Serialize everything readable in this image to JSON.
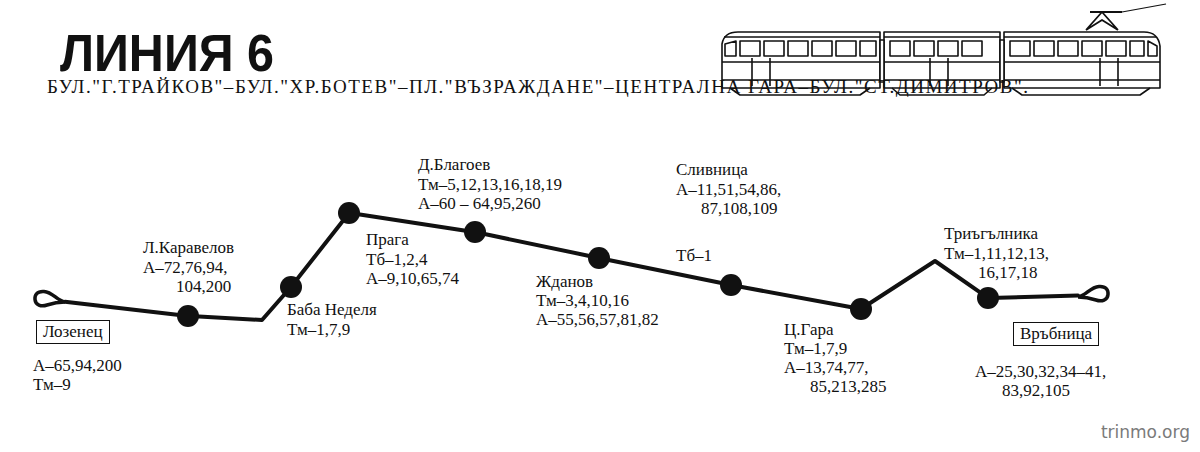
{
  "diagram": {
    "title": "ЛИНИЯ 6",
    "nodes": [
      {
        "text": [
          "Лозенец",
          "А–65,94,200",
          "Тм–9"
        ]
      },
      {
        "text": [
          "Л.Каравелов",
          "А–72,76,94, 104,200"
        ]
      },
      {
        "text": [
          "Баба Неделя",
          "Тм–1,7,9"
        ]
      },
      {
        "text": [
          "Прага",
          "Тб–1,2,4",
          "А–9,10,65,74"
        ]
      },
      {
        "text": [
          "Д.Благоев",
          "Тм–5,12,13,16,18,19",
          "А–60 – 64,95,260"
        ]
      },
      {
        "text": [
          "Жданов",
          "Тм–3,4,10,16",
          "А–55,56,57,81,82"
        ]
      },
      {
        "text": [
          "Сливница",
          "А–11,51,54,86, 87,108,109",
          "Тб–1"
        ]
      },
      {
        "text": [
          "Ц.Гара",
          "Тм–1,7,9",
          "А–13,74,77, 85,213,285"
        ]
      },
      {
        "text": [
          "Триъгълника",
          "Тм–1,11,12,13, 16,17,18"
        ]
      },
      {
        "text": [
          "Връбница",
          "А–25,30,32,34–41, 83,92,105"
        ]
      }
    ],
    "edges": [
      {
        "from": 0,
        "to": 1,
        "arrow": "none"
      },
      {
        "from": 1,
        "to": 2,
        "arrow": "none"
      },
      {
        "from": 2,
        "to": 3,
        "arrow": "none"
      },
      {
        "from": 3,
        "to": 4,
        "arrow": "none"
      },
      {
        "from": 4,
        "to": 5,
        "arrow": "none"
      },
      {
        "from": 5,
        "to": 6,
        "arrow": "none"
      },
      {
        "from": 6,
        "to": 7,
        "arrow": "none"
      },
      {
        "from": 7,
        "to": 8,
        "arrow": "none"
      },
      {
        "from": 8,
        "to": 9,
        "arrow": "none"
      }
    ],
    "labels": [
      "БУЛ.\"Г.ТРАЙКОВ\"–БУЛ.\"ХР.БОТЕВ\"–ПЛ.\"ВЪЗРАЖДАНЕ\"–ЦЕНТРАЛНА ГАРА–БУЛ.\"СТ.ДИМИТРОВ\".",
      "trinmo.org"
    ]
  }
}
